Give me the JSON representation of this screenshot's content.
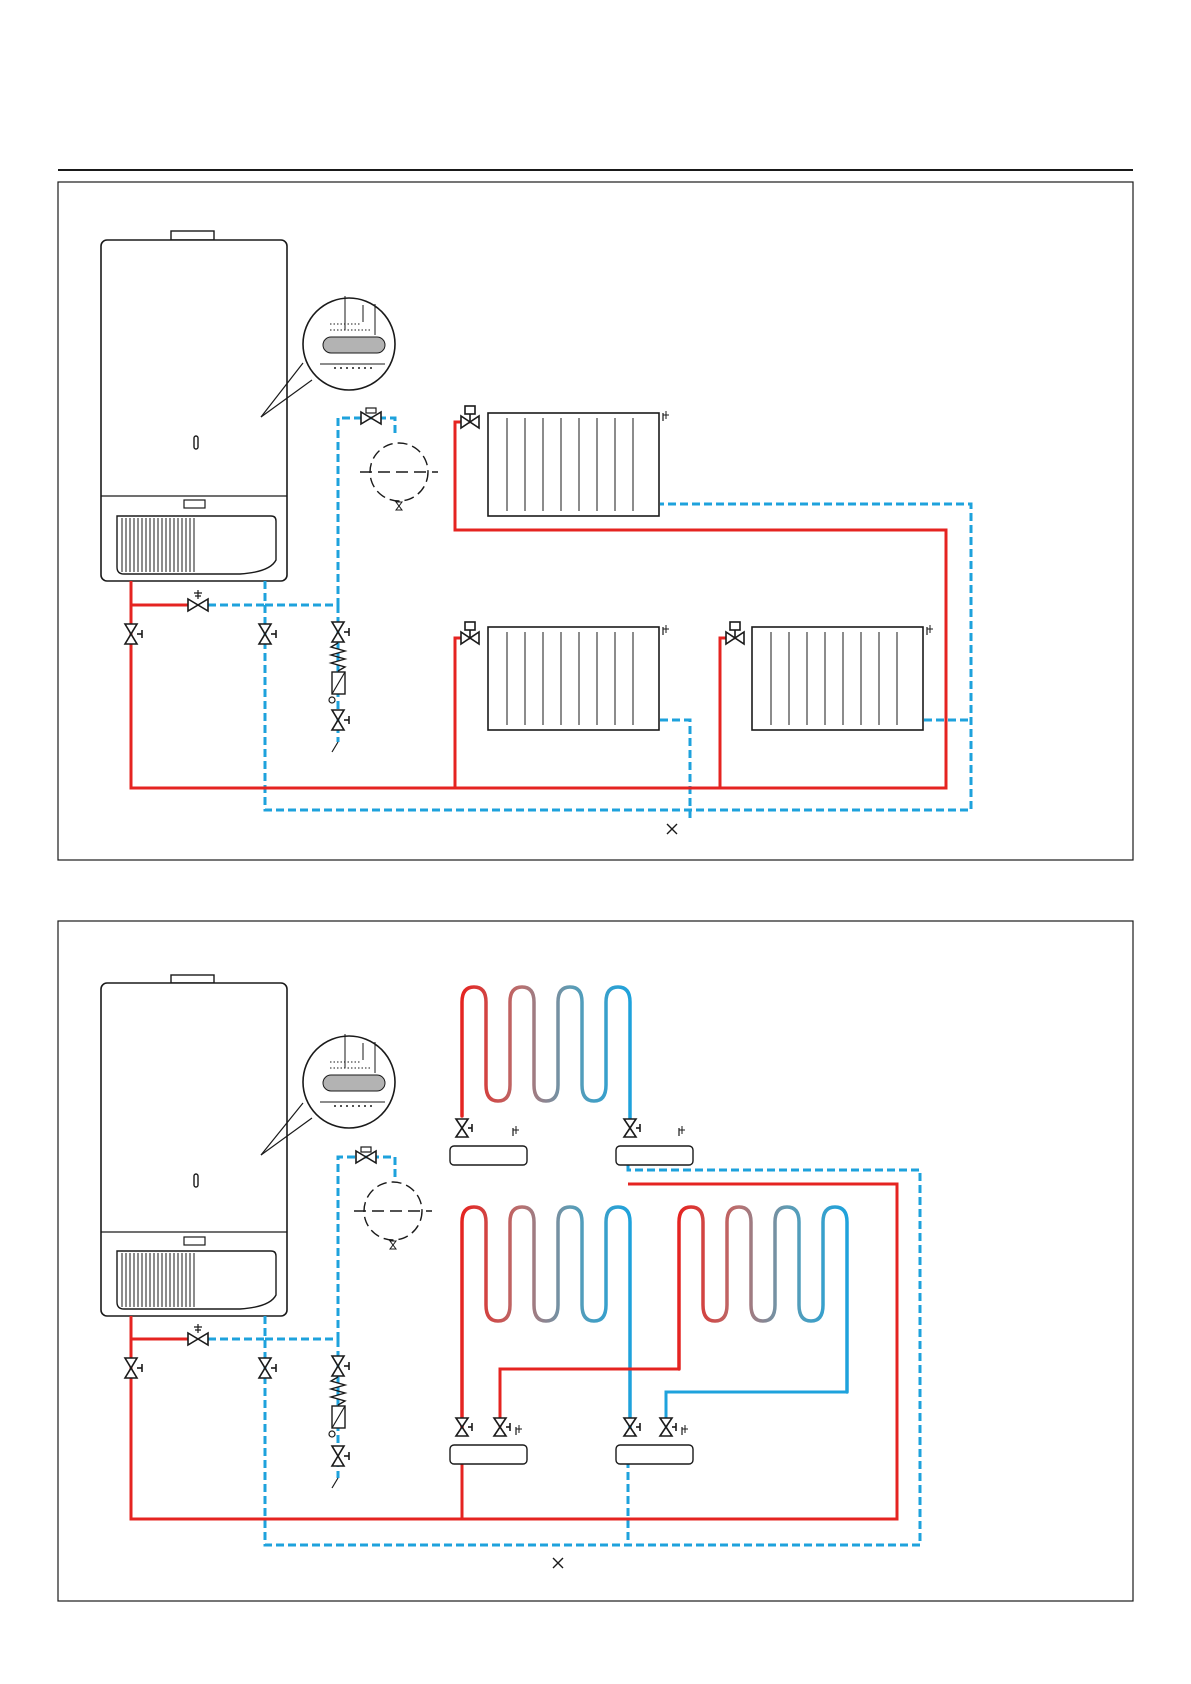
{
  "colors": {
    "flow": "#e52421",
    "return": "#1ea2dc",
    "outline": "#1a1a1a",
    "coil_mid_warm": "#b87070",
    "coil_mid_cool": "#5d9cb4",
    "manifold_fill": "#ffffff"
  },
  "diagrams": [
    {
      "type": "radiator-heating-circuit",
      "radiator_count": 3
    },
    {
      "type": "underfloor-heating-circuit",
      "loop_count": 3,
      "manifold_count": 4
    }
  ],
  "icons": [
    "boiler",
    "control-panel-magnifier",
    "expansion-vessel",
    "isolation-valve",
    "safety-valve",
    "bypass-valve",
    "thermostatic-radiator-valve",
    "air-vent",
    "filling-loop",
    "drain-cock"
  ]
}
